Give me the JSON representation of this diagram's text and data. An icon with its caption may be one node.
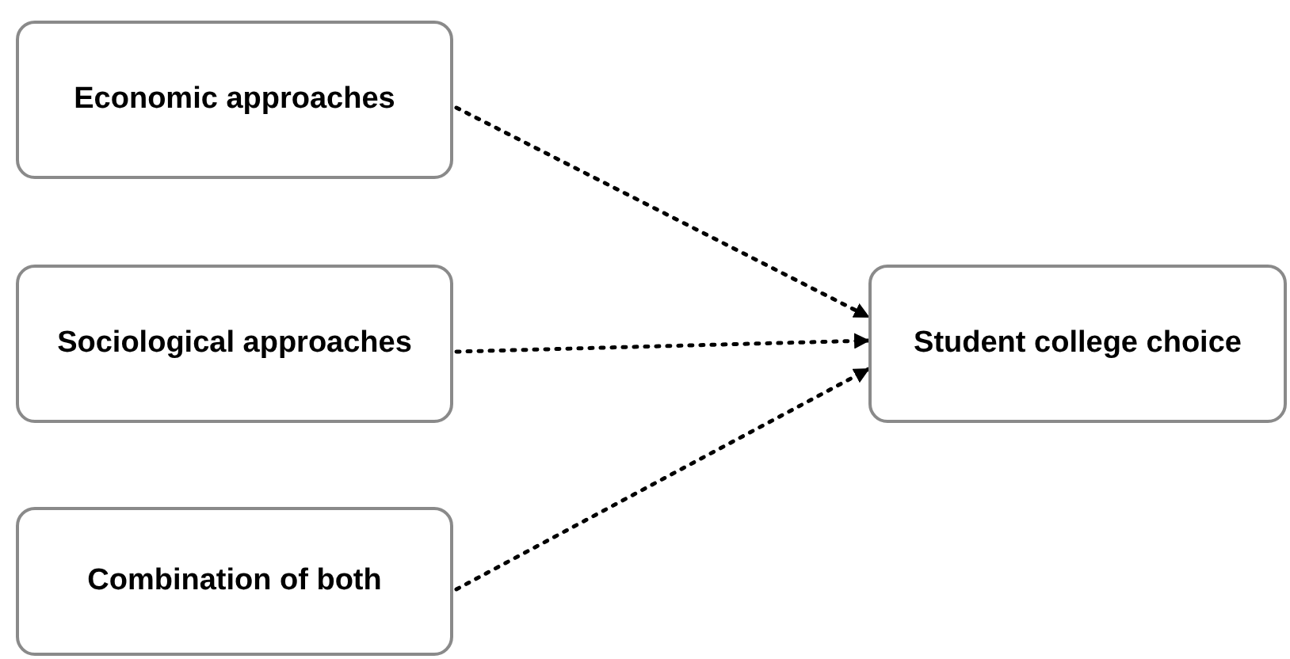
{
  "diagram": {
    "nodes": [
      {
        "text": [
          "Economic approaches"
        ]
      },
      {
        "text": [
          "Sociological approaches"
        ]
      },
      {
        "text": [
          "Combination of both"
        ]
      },
      {
        "text": [
          "Student college choice"
        ]
      }
    ],
    "edges": [
      {
        "from": 0,
        "to": 3,
        "arrow": "to",
        "style": "dashed"
      },
      {
        "from": 1,
        "to": 3,
        "arrow": "to",
        "style": "dashed"
      },
      {
        "from": 2,
        "to": 3,
        "arrow": "to",
        "style": "dashed"
      }
    ]
  }
}
